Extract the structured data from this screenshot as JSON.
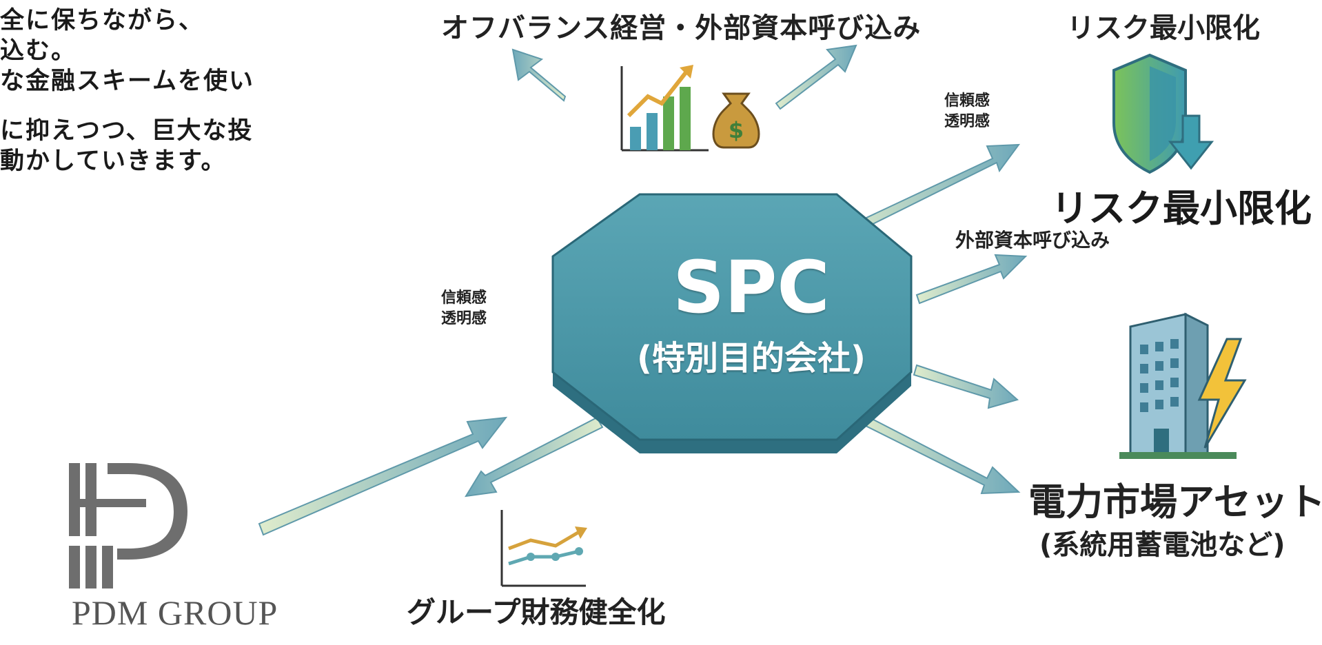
{
  "intro": {
    "lines": [
      "全に保ちながら、",
      "込む。",
      "な金融スキームを使い",
      "",
      "に抑えつつ、巨大な投",
      "動かしていきます。"
    ]
  },
  "diagram": {
    "center": {
      "title": "SPC",
      "subtitle": "(特別目的会社)"
    },
    "labels": {
      "off_balance": "オフバランス経営・外部資本呼び込み",
      "risk_top": "リスク最小限化",
      "risk_big": "リスク最小限化",
      "trust_right_1": "信頼感",
      "trust_right_2": "透明感",
      "external_capital": "外部資本呼び込み",
      "trust_left_1": "信頼感",
      "trust_left_2": "透明感",
      "power_asset": "電力市場アセット",
      "power_asset_sub": "(系統用蓄電池など)",
      "group_finance": "グループ財務健全化"
    },
    "icons": [
      "bar-chart-icon",
      "money-bag-icon",
      "shield-down-icon",
      "building-lightning-icon",
      "line-chart-icon"
    ],
    "colors": {
      "hexagon_fill": "#4e97a8",
      "hexagon_edge": "#2e6f80",
      "arrow_main": "#7fb3c2",
      "arrow_light": "#cfe1c8",
      "gold": "#d6a23c",
      "green": "#4aa15a"
    }
  },
  "logo": {
    "text": "PDM GROUP"
  }
}
